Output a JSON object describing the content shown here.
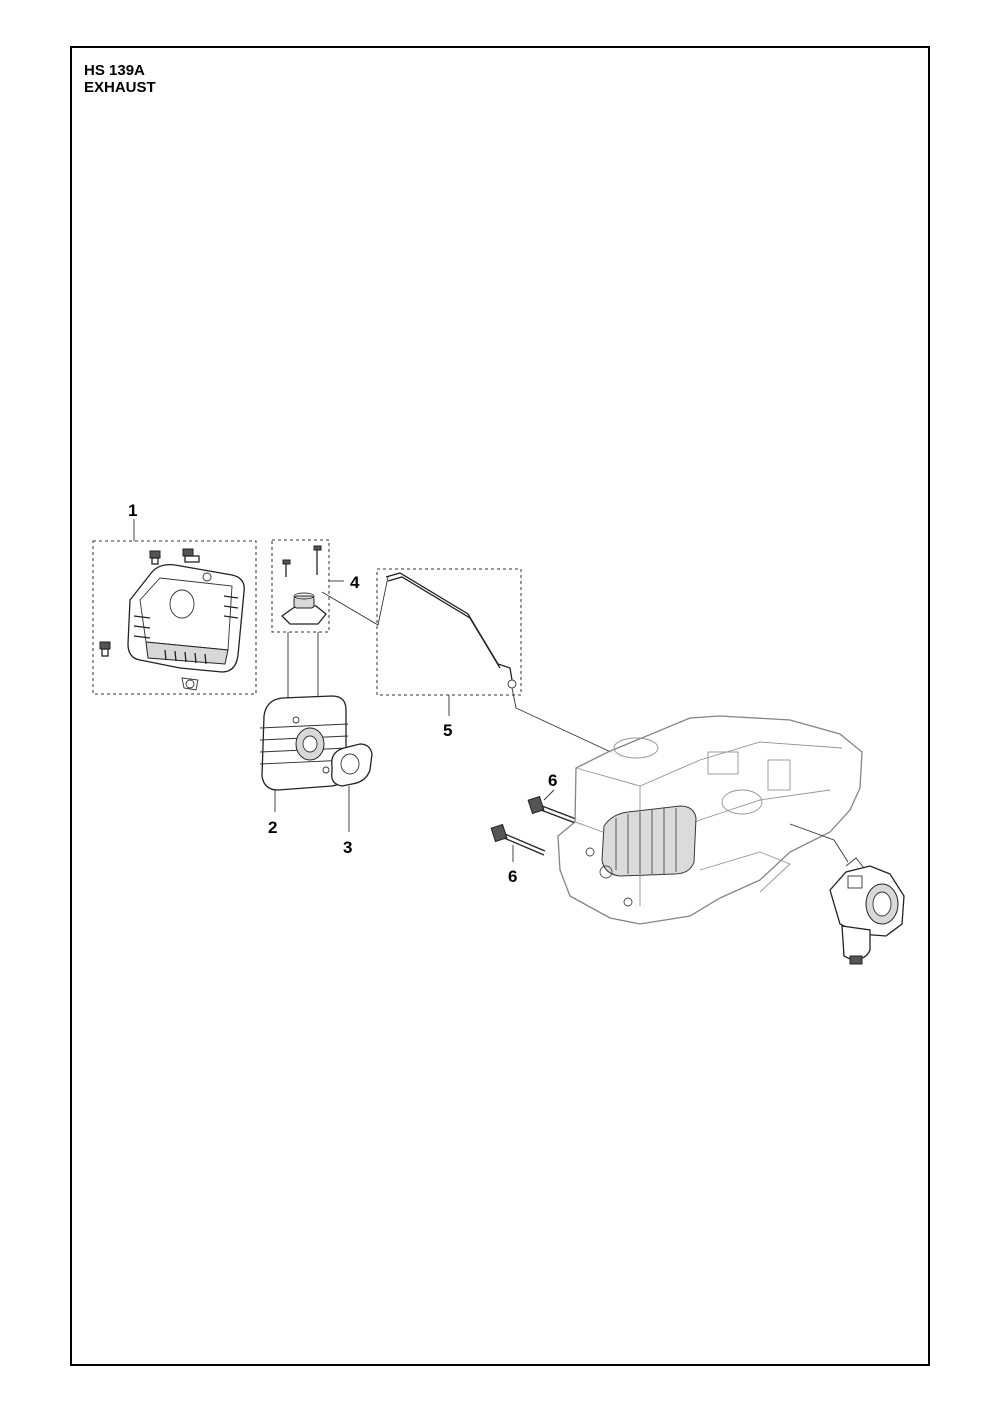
{
  "header": {
    "model": "HS 139A",
    "section": "EXHAUST"
  },
  "callouts": [
    {
      "id": "c1",
      "label": "1"
    },
    {
      "id": "c2",
      "label": "2"
    },
    {
      "id": "c3",
      "label": "3"
    },
    {
      "id": "c4",
      "label": "4"
    },
    {
      "id": "c5",
      "label": "5"
    },
    {
      "id": "c6a",
      "label": "6"
    },
    {
      "id": "c6b",
      "label": "6"
    }
  ]
}
